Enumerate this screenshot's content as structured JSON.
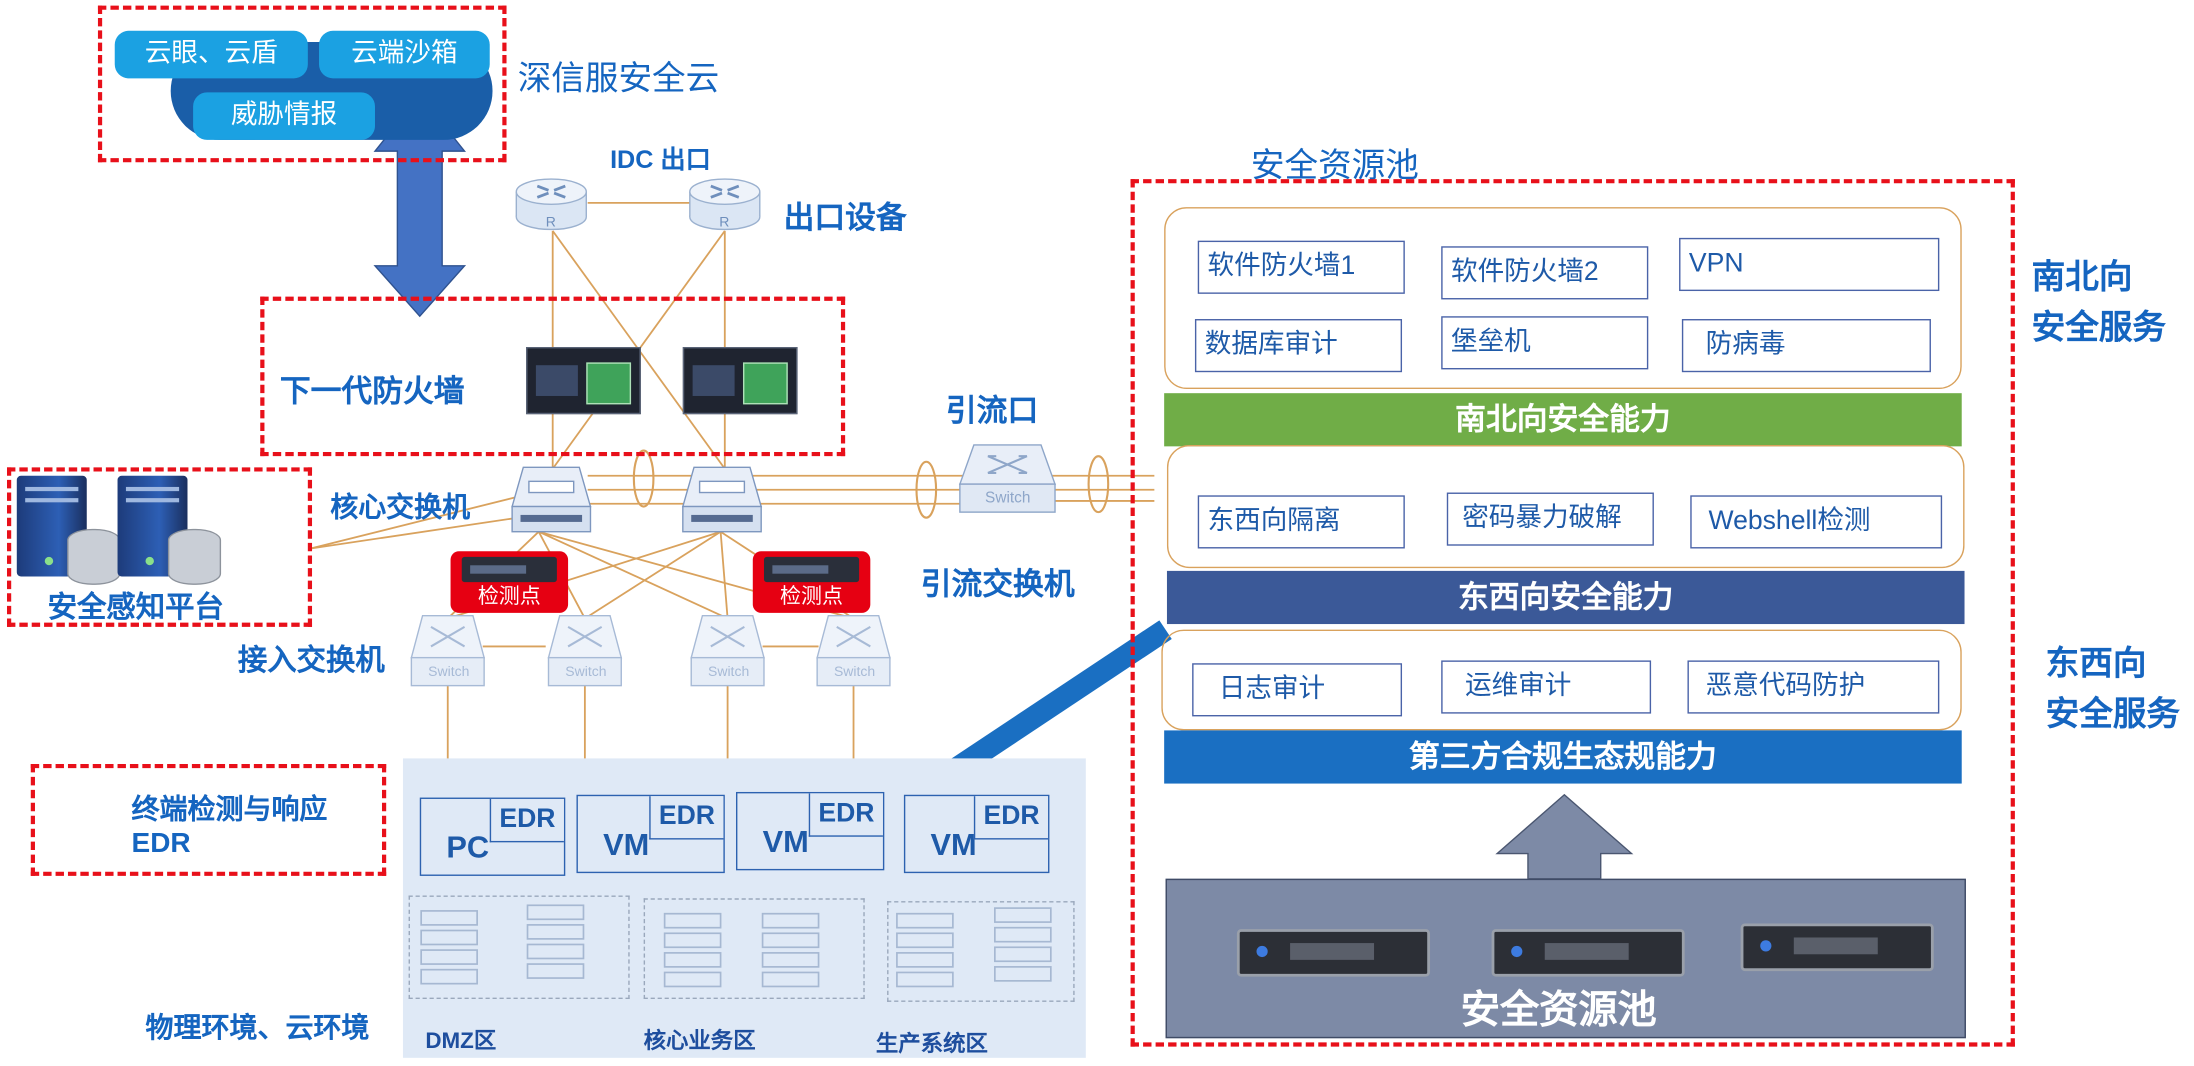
{
  "cloud": {
    "label": "深信服安全云",
    "items": [
      "云眼、云盾",
      "云端沙箱",
      "威胁情报"
    ]
  },
  "network": {
    "idc_exit": "IDC 出口",
    "exit_devices": "出口设备",
    "ngfw": "下一代防火墙",
    "core_switch": "核心交换机",
    "diversion_port": "引流口",
    "diversion_switch": "引流交换机",
    "access_switch": "接入交换机",
    "perception_platform": "安全感知平台",
    "detection_point": "检测点",
    "switch_text": "Switch",
    "router_text": "R"
  },
  "endpoint": {
    "edr_label_line1": "终端检测与响应",
    "edr_label_line2": "EDR",
    "hosts": [
      {
        "name": "PC",
        "tag": "EDR"
      },
      {
        "name": "VM",
        "tag": "EDR"
      },
      {
        "name": "VM",
        "tag": "EDR"
      },
      {
        "name": "VM",
        "tag": "EDR"
      }
    ],
    "env_label": "物理环境、云环境",
    "zones": [
      "DMZ区",
      "核心业务区",
      "生产系统区"
    ]
  },
  "pool": {
    "title": "安全资源池",
    "north_south_service": [
      "南北向",
      "安全服务"
    ],
    "east_west_service": [
      "东西向",
      "安全服务"
    ],
    "ns_items": [
      "软件防火墙1",
      "软件防火墙2",
      "VPN",
      "数据库审计",
      "堡垒机",
      "防病毒"
    ],
    "ns_bar": "南北向安全能力",
    "ew_items": [
      "东西向隔离",
      "密码暴力破解",
      "Webshell检测"
    ],
    "ew_bar": "东西向安全能力",
    "third_items": [
      "日志审计",
      "运维审计",
      "恶意代码防护"
    ],
    "third_bar": "第三方合规生态规能力",
    "base_label": "安全资源池"
  },
  "colors": {
    "dashed_border": "#e8101a",
    "label_blue": "#1565c0",
    "ns_bar": "#70ad47",
    "ew_bar": "#3b5998",
    "third_bar": "#1a6fc2",
    "pool_base": "#7d8aa6",
    "edr_area": "#dfe9f6",
    "detect_tag": "#e60012"
  }
}
